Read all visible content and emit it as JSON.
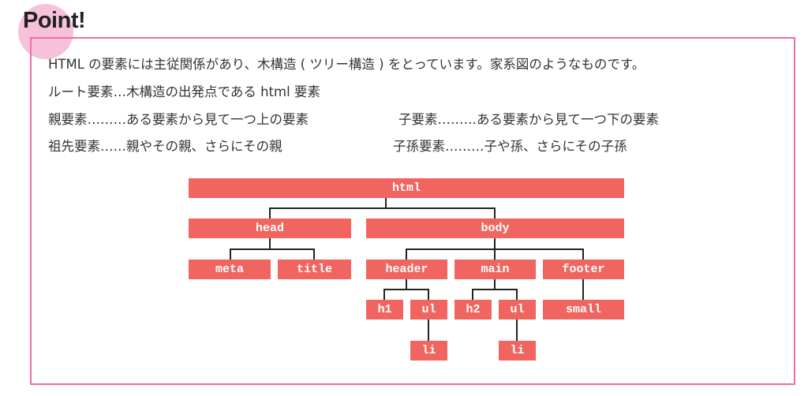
{
  "heading": "Point!",
  "lines": [
    "HTML の要素には主従関係があり、木構造 ( ツリー構造 ) をとっています。家系図のようなものです。",
    "ルート要素…木構造の出発点である html 要素",
    "親要素………ある要素から見て一つ上の要素",
    "子要素………ある要素から見て一つ下の要素",
    "祖先要素……親やその親、さらにその親",
    "子孫要素………子や孫、さらにその子孫"
  ],
  "tree": {
    "html": "html",
    "head": "head",
    "body": "body",
    "meta": "meta",
    "title": "title",
    "header": "header",
    "main": "main",
    "footer": "footer",
    "h1": "h1",
    "ul1": "ul",
    "h2": "h2",
    "ul2": "ul",
    "small": "small",
    "li1": "li",
    "li2": "li"
  },
  "colors": {
    "node": "#f06560",
    "frame": "#f26cab",
    "circle": "#f6c1d9"
  }
}
